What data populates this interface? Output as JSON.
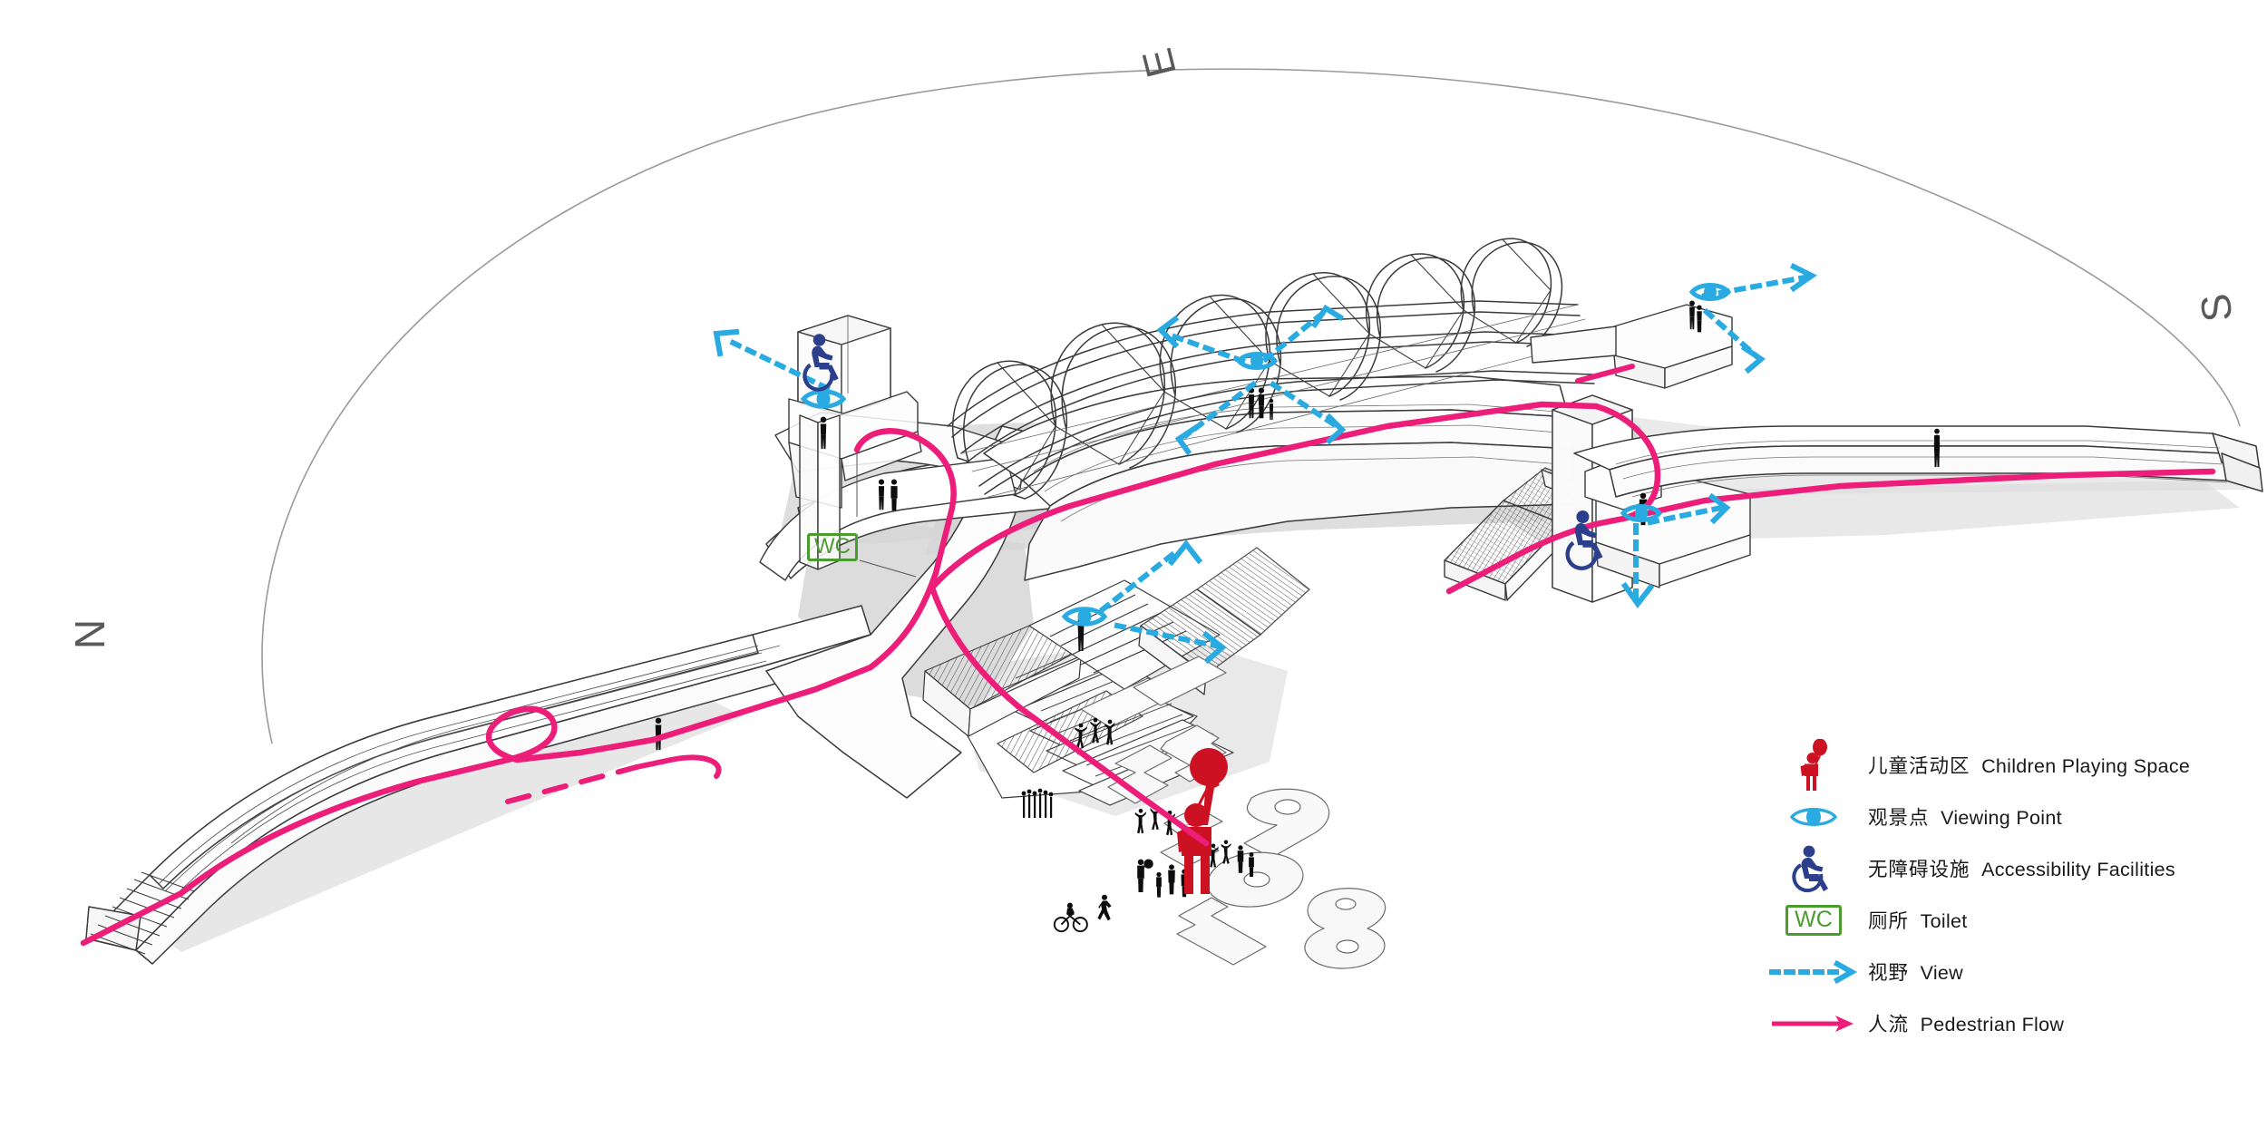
{
  "meta": {
    "title": "Urban Footbridge Axonometric Circulation Diagram"
  },
  "compass": {
    "north": "N",
    "east": "E",
    "south": "S"
  },
  "plan_markers": {
    "wc_sign": "WC"
  },
  "colors": {
    "pedestrian_flow_pink": "#EC1E79",
    "view_blue": "#29ABE2",
    "accessibility_navy": "#2B3F8C",
    "children_red": "#CC1122",
    "toilet_green": "#4A9C2F",
    "line_gray": "#3A3A3A",
    "shadow_gray": "#D4D4D4",
    "site_arc_gray": "#9A9A9A",
    "compass_gray": "#5A5A5A"
  },
  "legend": {
    "items": [
      {
        "icon": "children-playing-icon",
        "cn": "儿童活动区",
        "en": "Children Playing Space"
      },
      {
        "icon": "eye-viewing-point-icon",
        "cn": "观景点",
        "en": "Viewing  Point"
      },
      {
        "icon": "wheelchair-accessibility-icon",
        "cn": "无障碍设施",
        "en": "Accessibility Facilities"
      },
      {
        "icon": "wc-toilet-icon",
        "label": "WC",
        "cn": "厕所",
        "en": "Toilet"
      },
      {
        "icon": "dotted-arrow-view-icon",
        "cn": "视野",
        "en": "View"
      },
      {
        "icon": "solid-arrow-pedestrian-flow-icon",
        "cn": "人流",
        "en": "Pedestrian Flow"
      }
    ]
  },
  "diagram": {
    "description": "Axonometric drawing of a pedestrian footbridge with arched lattice canopy, ramps, stairs, escalators, two accessibility lift towers, an amphitheatre stair with numeral play sculptures, toilet block, six viewing points with dotted view cones and a continuous pink pedestrian flow route.",
    "viewing_points": 6,
    "accessibility_towers": 2,
    "toilet_blocks": 1,
    "children_play_areas": 1
  }
}
